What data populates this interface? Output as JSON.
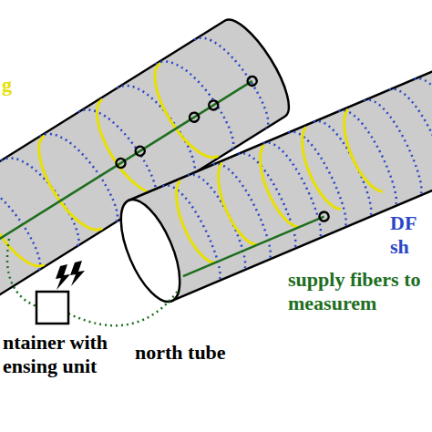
{
  "diagram": {
    "nodes": [
      {
        "text": [
          "ntainer with ensing unit"
        ]
      }
    ],
    "labels": [
      "g",
      "north tube",
      "DF sh",
      "supply fibers to measurem"
    ]
  }
}
